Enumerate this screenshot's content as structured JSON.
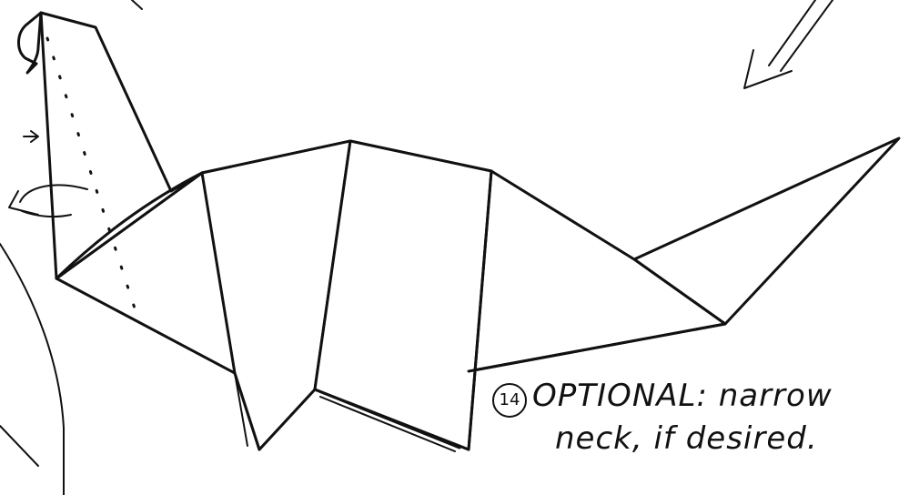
{
  "diagram": {
    "step": {
      "number": "14",
      "caption_line1": "OPTIONAL: narrow",
      "caption_line2": "neck, if desired."
    }
  }
}
